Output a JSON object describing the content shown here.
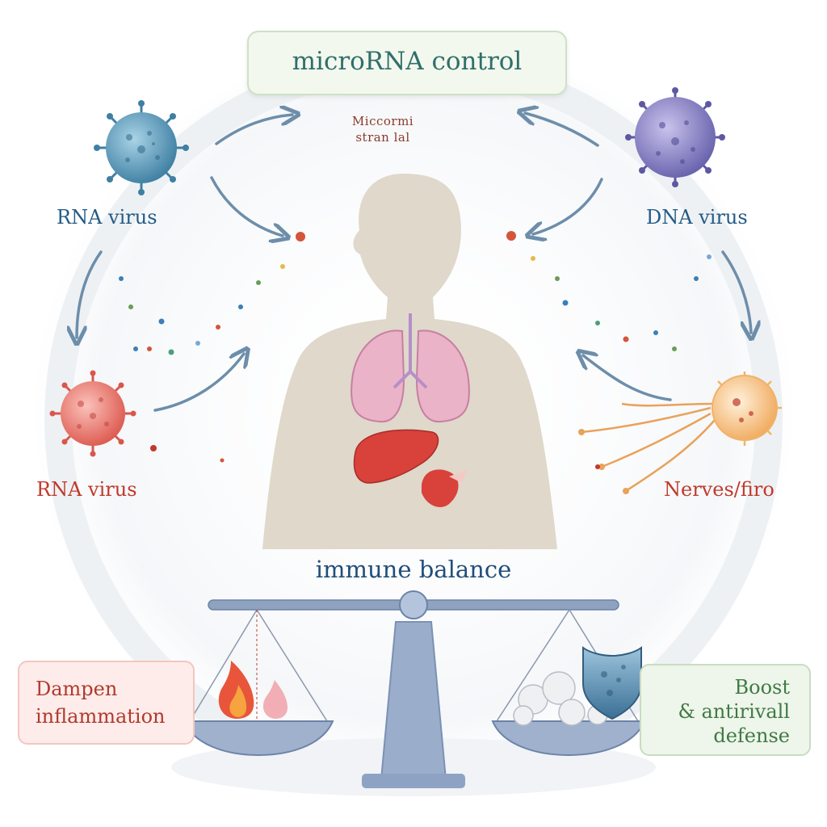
{
  "title": "microRNA control",
  "mirna_strand": {
    "line1": "Miccormi",
    "line2": "stran lal"
  },
  "labels": {
    "rna_virus_top": "RNA virus",
    "dna_virus": "DNA virus",
    "rna_virus_bottom": "RNA virus",
    "nerves": "Nerves/firo",
    "immune_balance": "immune balance"
  },
  "dampen": {
    "line1": "Dampen",
    "line2": "inflammation"
  },
  "boost": {
    "line1": "Boost",
    "line2": "& antirivall",
    "line3": "defense"
  },
  "colors": {
    "rna_virus_top": "#5b97b8",
    "dna_virus": "#7d78c0",
    "rna_virus_bottom": "#e8736a",
    "nerve_cell": "#f6c48a",
    "arrow": "#6d8eaa",
    "scale": "#8fa2bf",
    "body": "#d9d2c4",
    "lungs": "#e9a8c0",
    "liver": "#d9413b"
  },
  "icons": {
    "left_pan": "flame-icon",
    "right_pan": "shield-icon"
  }
}
